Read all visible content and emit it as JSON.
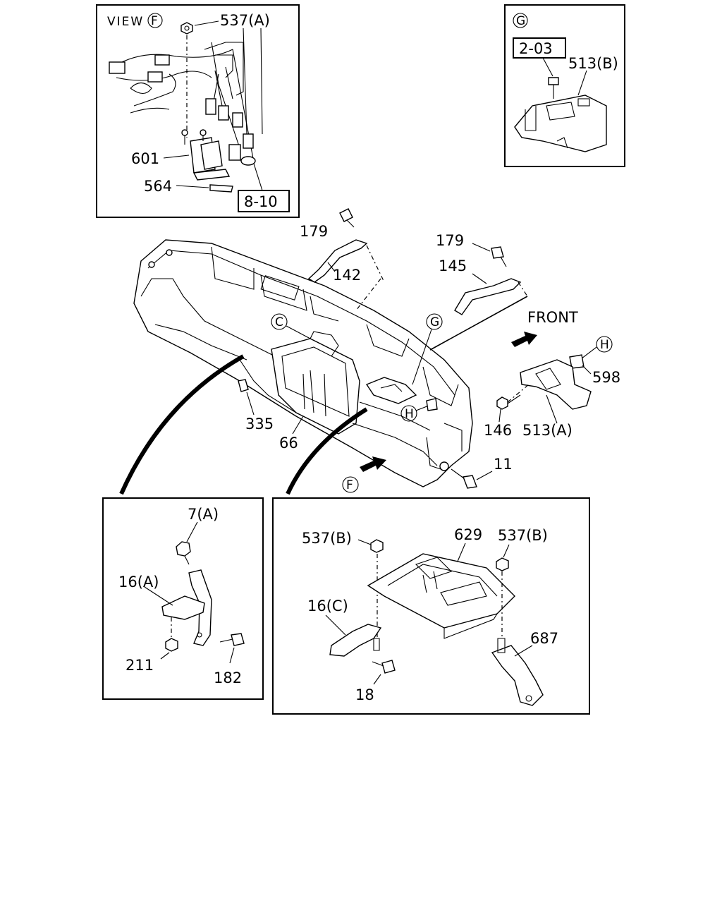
{
  "views": {
    "view_f": {
      "title": "VIEW",
      "title_ref": "F",
      "labels": {
        "p537a": "537(A)",
        "p601": "601",
        "p564": "564"
      },
      "ref_box": "8-10"
    },
    "view_g": {
      "title_ref": "G",
      "ref_box": "2-03",
      "labels": {
        "p513b": "513(B)"
      }
    },
    "left_detail": {
      "labels": {
        "p7a": "7(A)",
        "p16a": "16(A)",
        "p211": "211",
        "p182": "182"
      }
    },
    "right_detail": {
      "labels": {
        "p537b_left": "537(B)",
        "p629": "629",
        "p537b_right": "537(B)",
        "p16c": "16(C)",
        "p687": "687",
        "p18": "18"
      }
    }
  },
  "main": {
    "labels": {
      "p179_left": "179",
      "p142": "142",
      "p179_right": "179",
      "p145": "145",
      "p598": "598",
      "p146": "146",
      "p513a": "513(A)",
      "p335": "335",
      "p66": "66",
      "p11": "11"
    },
    "front_label": "FRONT",
    "callouts": {
      "c": "C",
      "g": "G",
      "h_frame": "H",
      "h_right": "H",
      "f": "F"
    }
  }
}
